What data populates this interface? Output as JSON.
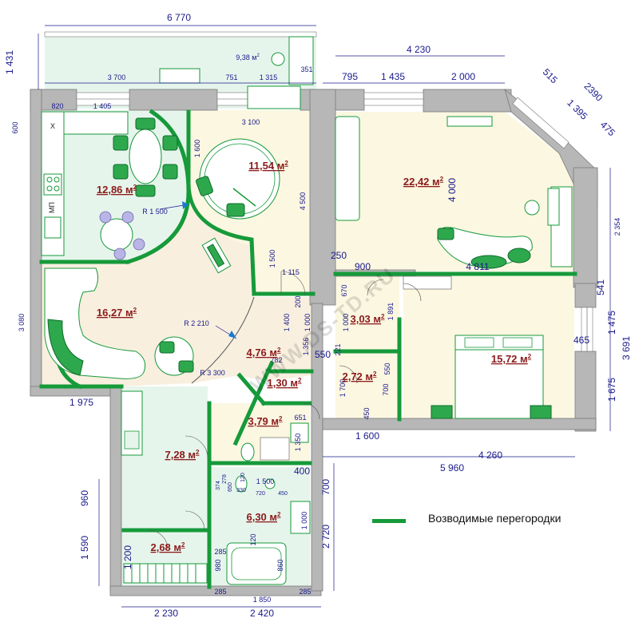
{
  "rooms": [
    {
      "label": "9,38 м²",
      "area": "9,38",
      "unit": "м",
      "sup": "2"
    },
    {
      "label": "12,86 м²",
      "area": "12,86",
      "unit": "м",
      "sup": "2"
    },
    {
      "label": "11,54 м²",
      "area": "11,54",
      "unit": "м",
      "sup": "2"
    },
    {
      "label": "22,42 м²",
      "area": "22,42",
      "unit": "м",
      "sup": "2"
    },
    {
      "label": "16,27 м²",
      "area": "16,27",
      "unit": "м",
      "sup": "2"
    },
    {
      "label": "4,76 м²",
      "area": "4,76",
      "unit": "м",
      "sup": "2"
    },
    {
      "label": "3,03 м²",
      "area": "3,03",
      "unit": "м",
      "sup": "2"
    },
    {
      "label": "15,72 м²",
      "area": "15,72",
      "unit": "м",
      "sup": "2"
    },
    {
      "label": "2,72 м²",
      "area": "2,72",
      "unit": "м",
      "sup": "2"
    },
    {
      "label": "1,30 м²",
      "area": "1,30",
      "unit": "м",
      "sup": "2"
    },
    {
      "label": "3,79 м²",
      "area": "3,79",
      "unit": "м",
      "sup": "2"
    },
    {
      "label": "7,28 м²",
      "area": "7,28",
      "unit": "м",
      "sup": "2"
    },
    {
      "label": "6,30 м²",
      "area": "6,30",
      "unit": "м",
      "sup": "2"
    },
    {
      "label": "2,68 м²",
      "area": "2,68",
      "unit": "м",
      "sup": "2"
    }
  ],
  "dimensions": {
    "top_total": "6 770",
    "top_right": "4 230",
    "balcony_height": "1 431",
    "balcony_w1": "3 700",
    "balcony_w2": "751",
    "balcony_w3": "1 315",
    "balcony_w4": "351",
    "row2_a": "795",
    "row2_b": "1 435",
    "row2_c": "2 000",
    "bay_a": "515",
    "bay_b": "2390",
    "bay_c": "1 395",
    "bay_d": "475",
    "kitchen_a": "820",
    "kitchen_b": "1 405",
    "left_600": "600",
    "room_3100": "3 100",
    "room_1600": "1 600",
    "room_4500": "4 500",
    "room_4000": "4 000",
    "right_2354": "2 354",
    "r1500": "R 1 500",
    "d1500": "1 500",
    "d1115": "1 115",
    "d250": "250",
    "d900": "900",
    "d4811": "4 811",
    "d541": "541",
    "d670": "670",
    "d1891": "1 891",
    "d200": "200",
    "d1400": "1 400",
    "d1000a": "1 000",
    "d1000b": "1 000",
    "d1356": "1 356",
    "left_3080": "3 080",
    "r2210": "R 2 210",
    "d1475": "1 475",
    "d3691": "3 691",
    "d465": "465",
    "d782": "782",
    "d550a": "550",
    "d221": "221",
    "d550b": "550",
    "r3300": "R 3 300",
    "d1975": "1 975",
    "d1700": "1 700",
    "d700a": "700",
    "d1675": "1 675",
    "d651": "651",
    "d450": "450",
    "d1600": "1 600",
    "d1350": "1 350",
    "d4260": "4 260",
    "d5960": "5 960",
    "d400": "400",
    "d700b": "700",
    "d960": "960",
    "d374": "374",
    "d278": "278",
    "d650": "650",
    "d120a": "120",
    "d330": "330",
    "d1500b": "1 500",
    "d720": "720",
    "d450b": "450",
    "d1000c": "1 000",
    "d2720": "2 720",
    "d1590": "1 590",
    "d1200": "1 200",
    "d285a": "285",
    "d120b": "120",
    "d980": "980",
    "d860": "860",
    "d285b": "285",
    "d1850": "1 850",
    "d285c": "285",
    "d2230": "2 230",
    "d2420": "2 420"
  },
  "fixtures": {
    "stove": "X",
    "mp": "МП"
  },
  "watermark": "WWW.DS-TD.RU",
  "legend": {
    "text": "Возводимые перегородки",
    "color": "#169a3a"
  },
  "colors": {
    "wall": "#b7b7b7",
    "new_partition": "#169a3a",
    "dimension": "#1a1a8c",
    "area_text": "#8b1a1a",
    "floor_kitchen": "#e6f5ec",
    "floor_yellow": "#fbf7e1",
    "floor_peach": "#f8efdf"
  }
}
